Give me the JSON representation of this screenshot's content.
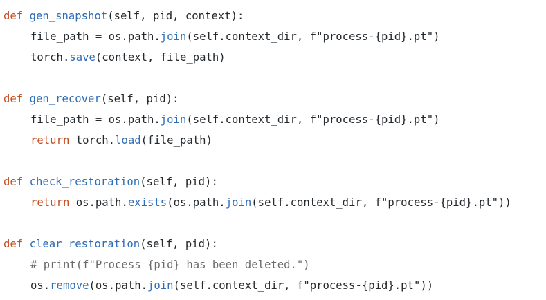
{
  "colors": {
    "background": "#ffffff",
    "keyword": "#c44d21",
    "function": "#2f6db5",
    "plain": "#24292e",
    "comment": "#6a6a6a"
  },
  "code_lines": [
    {
      "indent": false,
      "tokens": [
        {
          "type": "kw",
          "text": "def"
        },
        {
          "type": "pl",
          "text": " "
        },
        {
          "type": "fn",
          "text": "gen_snapshot"
        },
        {
          "type": "pl",
          "text": "(self, pid, context):"
        }
      ]
    },
    {
      "indent": true,
      "tokens": [
        {
          "type": "pl",
          "text": "file_path = os.path."
        },
        {
          "type": "fn",
          "text": "join"
        },
        {
          "type": "pl",
          "text": "(self.context_dir, f\"process-{pid}.pt\")"
        }
      ]
    },
    {
      "indent": true,
      "tokens": [
        {
          "type": "pl",
          "text": "torch."
        },
        {
          "type": "fn",
          "text": "save"
        },
        {
          "type": "pl",
          "text": "(context, file_path)"
        }
      ]
    },
    {
      "indent": false,
      "tokens": []
    },
    {
      "indent": false,
      "tokens": [
        {
          "type": "kw",
          "text": "def"
        },
        {
          "type": "pl",
          "text": " "
        },
        {
          "type": "fn",
          "text": "gen_recover"
        },
        {
          "type": "pl",
          "text": "(self, pid):"
        }
      ]
    },
    {
      "indent": true,
      "tokens": [
        {
          "type": "pl",
          "text": "file_path = os.path."
        },
        {
          "type": "fn",
          "text": "join"
        },
        {
          "type": "pl",
          "text": "(self.context_dir, f\"process-{pid}.pt\")"
        }
      ]
    },
    {
      "indent": true,
      "tokens": [
        {
          "type": "kw",
          "text": "return"
        },
        {
          "type": "pl",
          "text": " torch."
        },
        {
          "type": "fn",
          "text": "load"
        },
        {
          "type": "pl",
          "text": "(file_path)"
        }
      ]
    },
    {
      "indent": false,
      "tokens": []
    },
    {
      "indent": false,
      "tokens": [
        {
          "type": "kw",
          "text": "def"
        },
        {
          "type": "pl",
          "text": " "
        },
        {
          "type": "fn",
          "text": "check_restoration"
        },
        {
          "type": "pl",
          "text": "(self, pid):"
        }
      ]
    },
    {
      "indent": true,
      "tokens": [
        {
          "type": "kw",
          "text": "return"
        },
        {
          "type": "pl",
          "text": " os.path."
        },
        {
          "type": "fn",
          "text": "exists"
        },
        {
          "type": "pl",
          "text": "(os.path."
        },
        {
          "type": "fn",
          "text": "join"
        },
        {
          "type": "pl",
          "text": "(self.context_dir, f\"process-{pid}.pt\"))"
        }
      ]
    },
    {
      "indent": false,
      "tokens": []
    },
    {
      "indent": false,
      "tokens": [
        {
          "type": "kw",
          "text": "def"
        },
        {
          "type": "pl",
          "text": " "
        },
        {
          "type": "fn",
          "text": "clear_restoration"
        },
        {
          "type": "pl",
          "text": "(self, pid):"
        }
      ]
    },
    {
      "indent": true,
      "tokens": [
        {
          "type": "cm",
          "text": "# print(f\"Process {pid} has been deleted.\")"
        }
      ]
    },
    {
      "indent": true,
      "tokens": [
        {
          "type": "pl",
          "text": "os."
        },
        {
          "type": "fn",
          "text": "remove"
        },
        {
          "type": "pl",
          "text": "(os.path."
        },
        {
          "type": "fn",
          "text": "join"
        },
        {
          "type": "pl",
          "text": "(self.context_dir, f\"process-{pid}.pt\"))"
        }
      ]
    }
  ]
}
